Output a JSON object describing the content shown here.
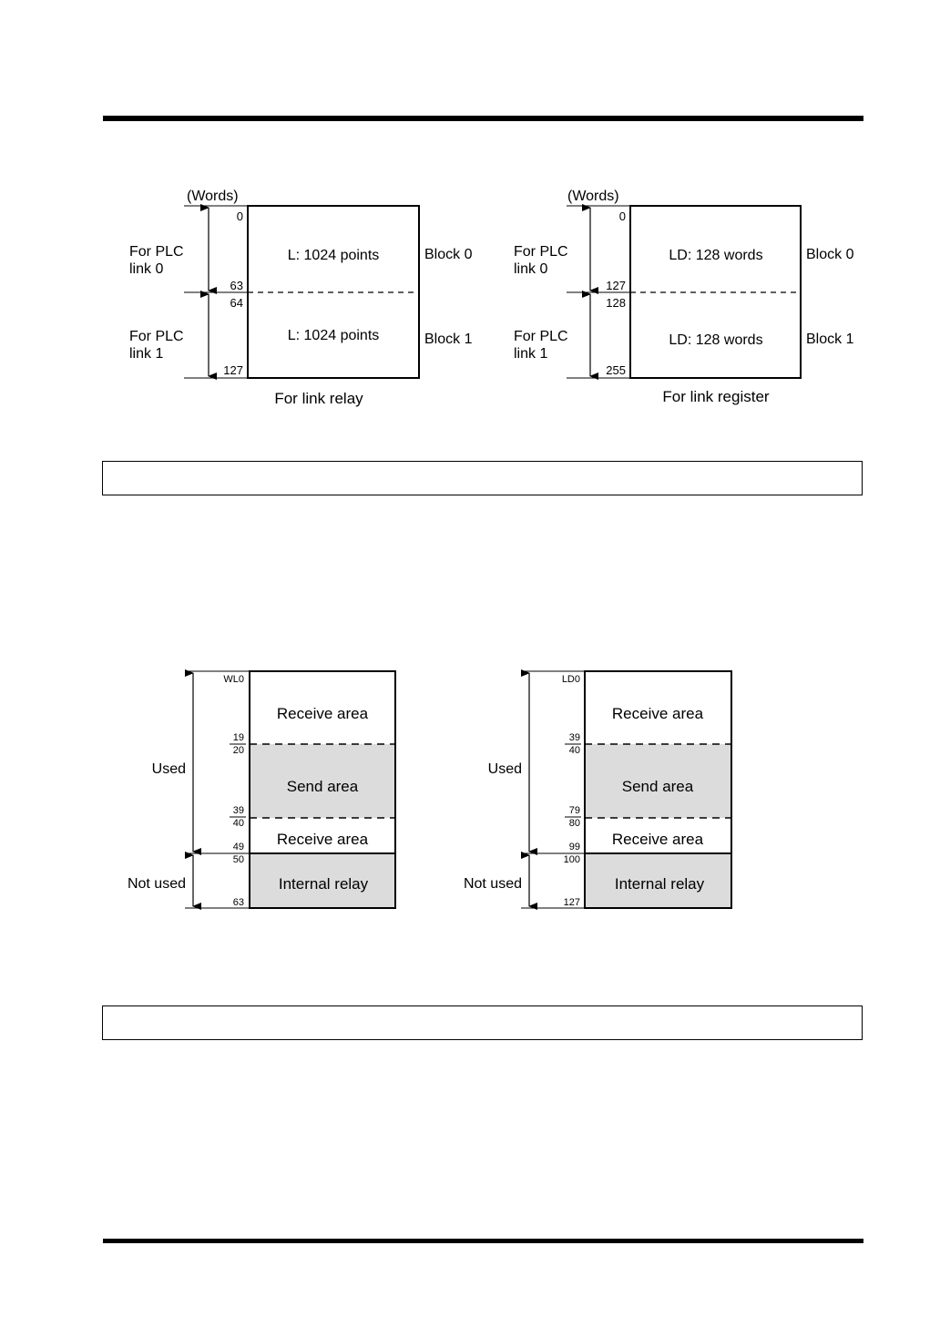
{
  "top_diagrams": {
    "relay": {
      "unit": "(Words)",
      "ticks": [
        "0",
        "63",
        "64",
        "127"
      ],
      "group0": [
        "For PLC",
        "link 0"
      ],
      "group1": [
        "For PLC",
        "link 1"
      ],
      "block0_content": "L: 1024 points",
      "block1_content": "L: 1024 points",
      "block0_label": "Block 0",
      "block1_label": "Block 1",
      "caption": "For link relay"
    },
    "register": {
      "unit": "(Words)",
      "ticks": [
        "0",
        "127",
        "128",
        "255"
      ],
      "group0": [
        "For PLC",
        "link 0"
      ],
      "group1": [
        "For PLC",
        "link 1"
      ],
      "block0_content": "LD: 128 words",
      "block1_content": "LD: 128 words",
      "block0_label": "Block 0",
      "block1_label": "Block 1",
      "caption": "For link register"
    }
  },
  "bottom_diagrams": {
    "relay": {
      "start": "WL0",
      "ticks": [
        "19",
        "20",
        "39",
        "40",
        "49",
        "50",
        "63"
      ],
      "areas": [
        "Receive area",
        "Send area",
        "Receive area",
        "Internal relay"
      ],
      "used_label": "Used",
      "not_used_label": "Not used"
    },
    "register": {
      "start": "LD0",
      "ticks": [
        "39",
        "40",
        "79",
        "80",
        "99",
        "100",
        "127"
      ],
      "areas": [
        "Receive area",
        "Send area",
        "Receive area",
        "Internal relay"
      ],
      "used_label": "Used",
      "not_used_label": "Not used"
    }
  },
  "colors": {
    "shaded_area": "#dcdcdc",
    "line": "#000000"
  }
}
